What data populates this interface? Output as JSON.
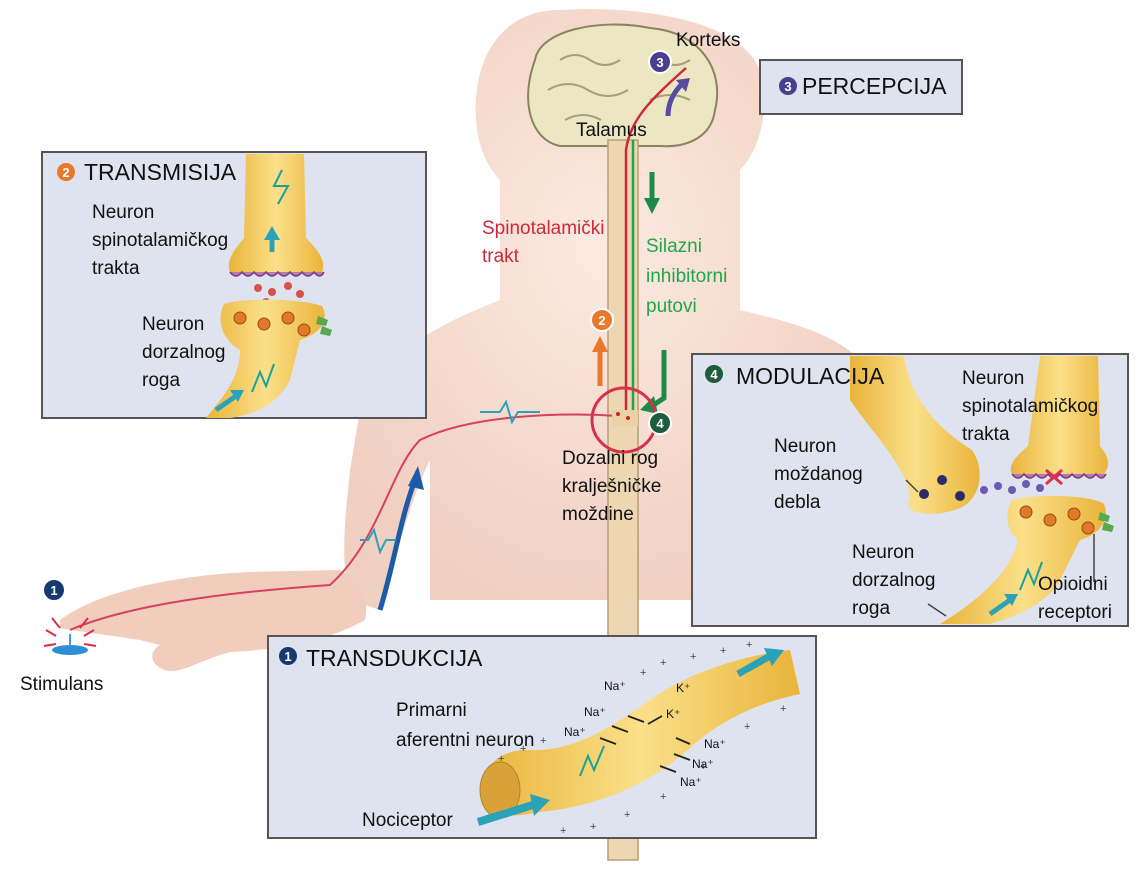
{
  "labels": {
    "korteks": "Korteks",
    "talamus": "Talamus",
    "perception": "PERCEPCIJA",
    "spinothalamic_line1": "Spinotalamički",
    "spinothalamic_line2": "trakt",
    "descending_line1": "Silazni",
    "descending_line2": "inhibitorni",
    "descending_line3": "putovi",
    "dorsal_horn_line1": "Dozalni rog",
    "dorsal_horn_line2": "kralješničke",
    "dorsal_horn_line3": "moždine",
    "stimulus": "Stimulans"
  },
  "badges": {
    "transduction": "1",
    "transmission": "2",
    "perception": "3",
    "modulation": "4"
  },
  "transmission": {
    "title": "TRANSMISIJA",
    "spino_neuron_line1": "Neuron",
    "spino_neuron_line2": "spinotalamičkog",
    "spino_neuron_line3": "trakta",
    "dorsal_neuron_line1": "Neuron",
    "dorsal_neuron_line2": "dorzalnog",
    "dorsal_neuron_line3": "roga"
  },
  "modulation": {
    "title": "MODULACIJA",
    "spino_neuron_line1": "Neuron",
    "spino_neuron_line2": "spinotalamičkog",
    "spino_neuron_line3": "trakta",
    "brainstem_line1": "Neuron",
    "brainstem_line2": "moždanog",
    "brainstem_line3": "debla",
    "dorsal_line1": "Neuron",
    "dorsal_line2": "dorzalnog",
    "dorsal_line3": "roga",
    "opioid_line1": "Opioidni",
    "opioid_line2": "receptori"
  },
  "transduction": {
    "title": "TRANSDUKCIJA",
    "primary_line1": "Primarni",
    "primary_line2": "aferentni neuron",
    "nociceptor": "Nociceptor",
    "ions": [
      "Na⁺",
      "Na⁺",
      "Na⁺",
      "K⁺",
      "K⁺",
      "Na⁺",
      "Na⁺",
      "Na⁺"
    ]
  },
  "colors": {
    "panel_fill": "#dfe3f0",
    "neuron_yellow": "#f5cd55",
    "spinothalamic_red": "#cc2a3a",
    "descending_green": "#1fa64a",
    "badge_navy": "#163a6e",
    "badge_orange": "#e8792a",
    "badge_purple": "#4a3f8f",
    "badge_green": "#1d5c3c"
  }
}
